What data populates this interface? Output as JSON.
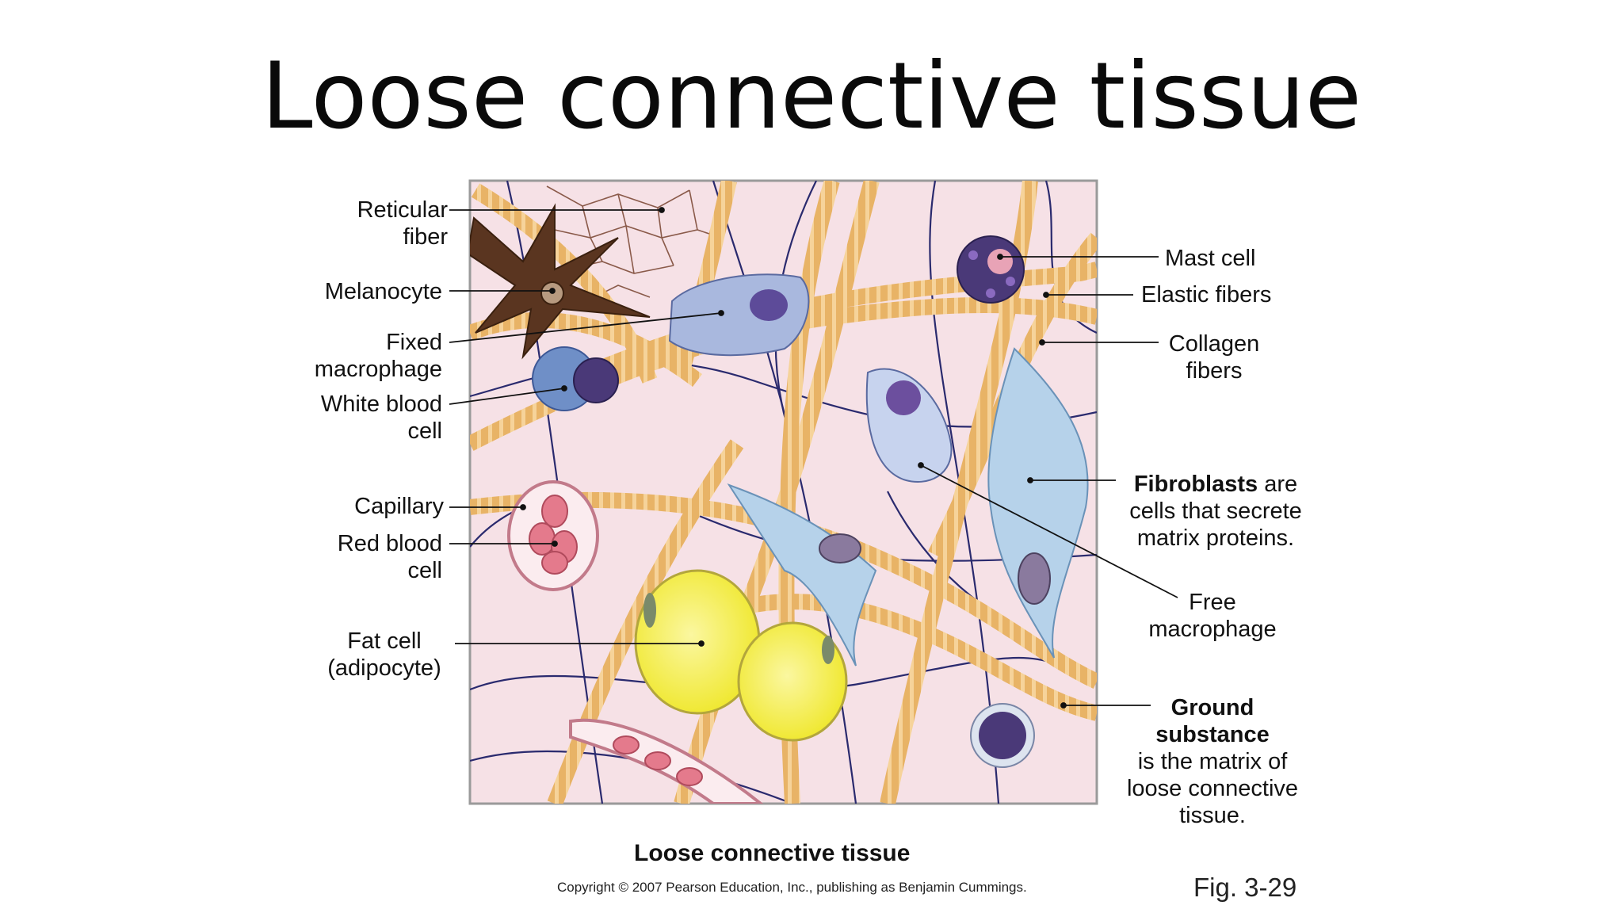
{
  "slide": {
    "title": "Loose connective tissue"
  },
  "labels": {
    "reticular_fiber": [
      "Reticular",
      "fiber"
    ],
    "melanocyte": [
      "Melanocyte"
    ],
    "fixed_macrophage": [
      "Fixed",
      "macrophage"
    ],
    "white_blood_cell": [
      "White blood",
      "cell"
    ],
    "capillary": [
      "Capillary"
    ],
    "red_blood_cell": [
      "Red blood",
      "cell"
    ],
    "fat_cell": [
      "Fat cell",
      "(adipocyte)"
    ],
    "mast_cell": [
      "Mast cell"
    ],
    "elastic_fibers": [
      "Elastic fibers"
    ],
    "collagen_fibers": [
      "Collagen",
      "fibers"
    ],
    "fibroblasts": {
      "bold": "Fibroblasts",
      "rest": " are",
      "line2": "cells that secrete",
      "line3": "matrix proteins."
    },
    "free_macrophage": [
      "Free",
      "macrophage"
    ],
    "ground_substance": {
      "bold1": "Ground",
      "bold2": "substance",
      "line3": "is the matrix of",
      "line4": "loose connective",
      "line5": "tissue."
    }
  },
  "caption": "Loose connective tissue",
  "copyright": "Copyright © 2007 Pearson Education, Inc., publishing as Benjamin Cummings.",
  "figure_number": "Fig. 3-29",
  "colors": {
    "background": "#f6e1e6",
    "collagen": "#e8b366",
    "elastic": "#2a2a6e",
    "melanocyte": "#5a3520",
    "fat_cell": "#f3ee3c",
    "red_blood_cell": "#e47a8c",
    "mast_cell": "#4a3978",
    "fibroblast": "#b6d2ea",
    "macrophage": "#a9b8de"
  }
}
